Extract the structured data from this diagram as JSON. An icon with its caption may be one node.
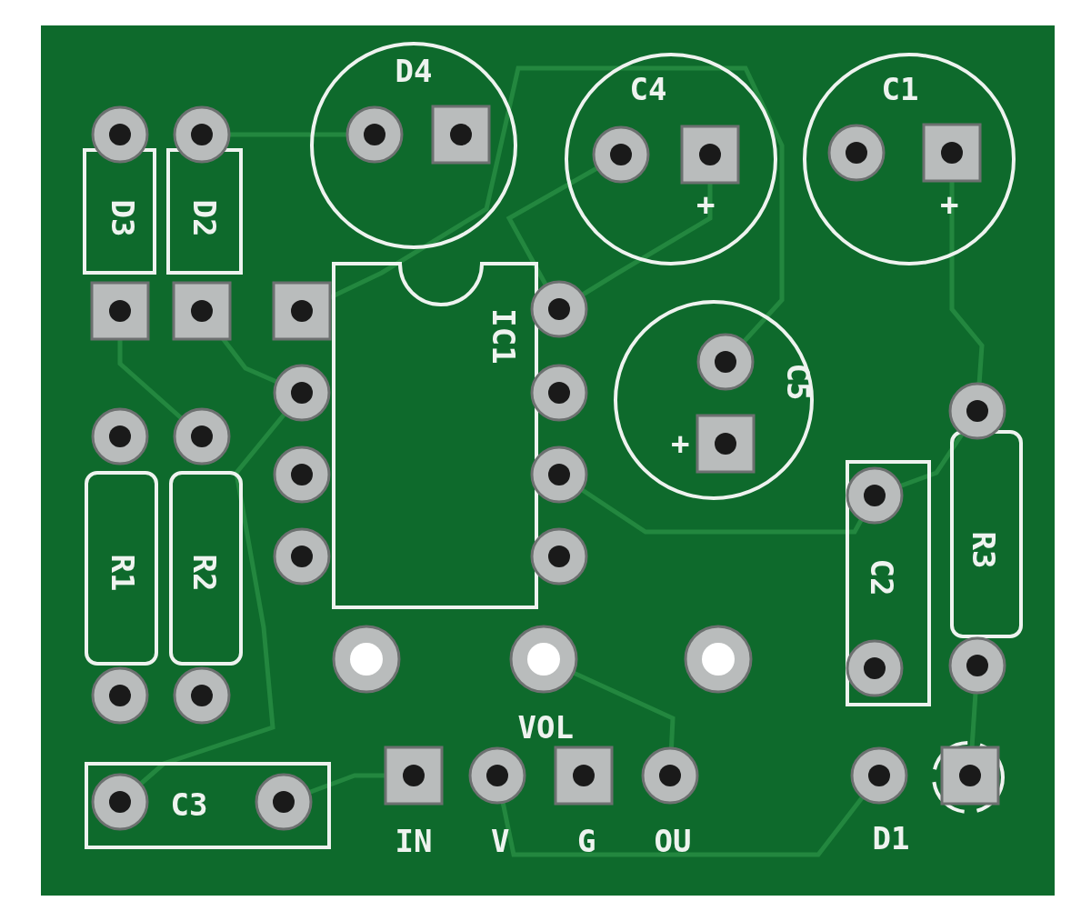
{
  "diagram": {
    "labels": [
      "D4",
      "C4",
      "C1",
      "D3",
      "D2",
      "+",
      "+",
      "IC1",
      "C5",
      "+",
      "R1",
      "R2",
      "R3",
      "C2",
      "VOL",
      "C3",
      "IN",
      "V",
      "G",
      "OU",
      "D1"
    ]
  }
}
